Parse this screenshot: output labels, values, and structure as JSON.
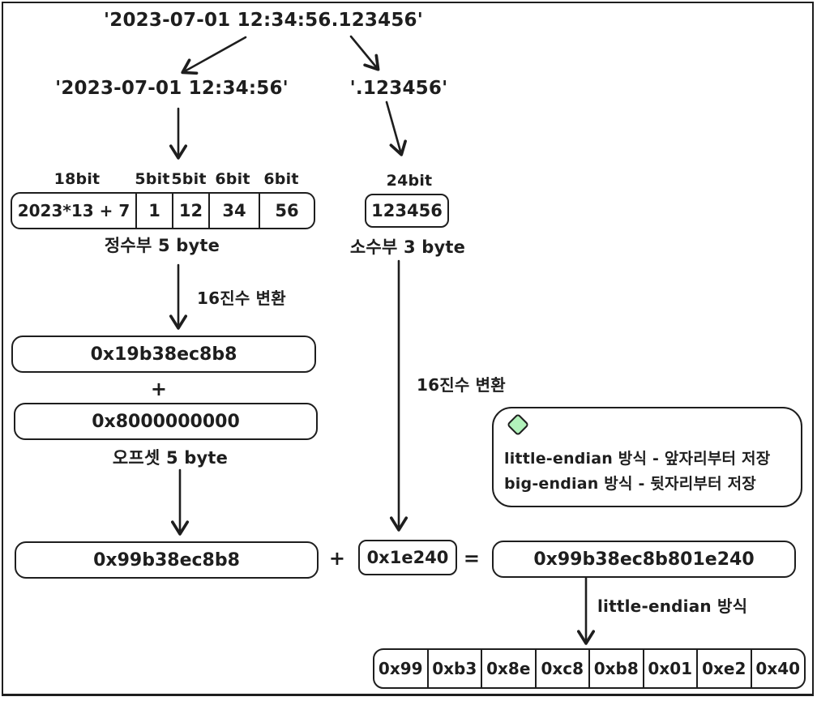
{
  "colors": {
    "ink": "#1e1e1e",
    "paper": "#ffffff",
    "diamond_fill": "#b2f2bb"
  },
  "header": {
    "title": "'2023-07-01 12:34:56.123456'"
  },
  "split": {
    "integer_string": "'2023-07-01 12:34:56'",
    "fraction_string": "'.123456'"
  },
  "integer_part": {
    "bit_labels": [
      "18bit",
      "5bit",
      "5bit",
      "6bit",
      "6bit"
    ],
    "cells": [
      "2023*13 + 7",
      "1",
      "12",
      "34",
      "56"
    ],
    "caption": "정수부 5 byte",
    "convert_label": "16진수 변환",
    "hex_value": "0x19b38ec8b8",
    "plus": "+",
    "offset_value": "0x8000000000",
    "offset_caption": "오프셋 5 byte",
    "offset_result": "0x99b38ec8b8"
  },
  "fraction_part": {
    "bit_label": "24bit",
    "value": "123456",
    "caption": "소수부 3 byte",
    "convert_label": "16진수 변환",
    "hex_value": "0x1e240"
  },
  "combine": {
    "plus": "+",
    "equals": "=",
    "result": "0x99b38ec8b801e240",
    "arrow_label": "little-endian 방식"
  },
  "note": {
    "line1": "little-endian 방식 - 앞자리부터 저장",
    "line2": "big-endian 방식 - 뒷자리부터 저장"
  },
  "bytes": [
    "0x99",
    "0xb3",
    "0x8e",
    "0xc8",
    "0xb8",
    "0x01",
    "0xe2",
    "0x40"
  ]
}
